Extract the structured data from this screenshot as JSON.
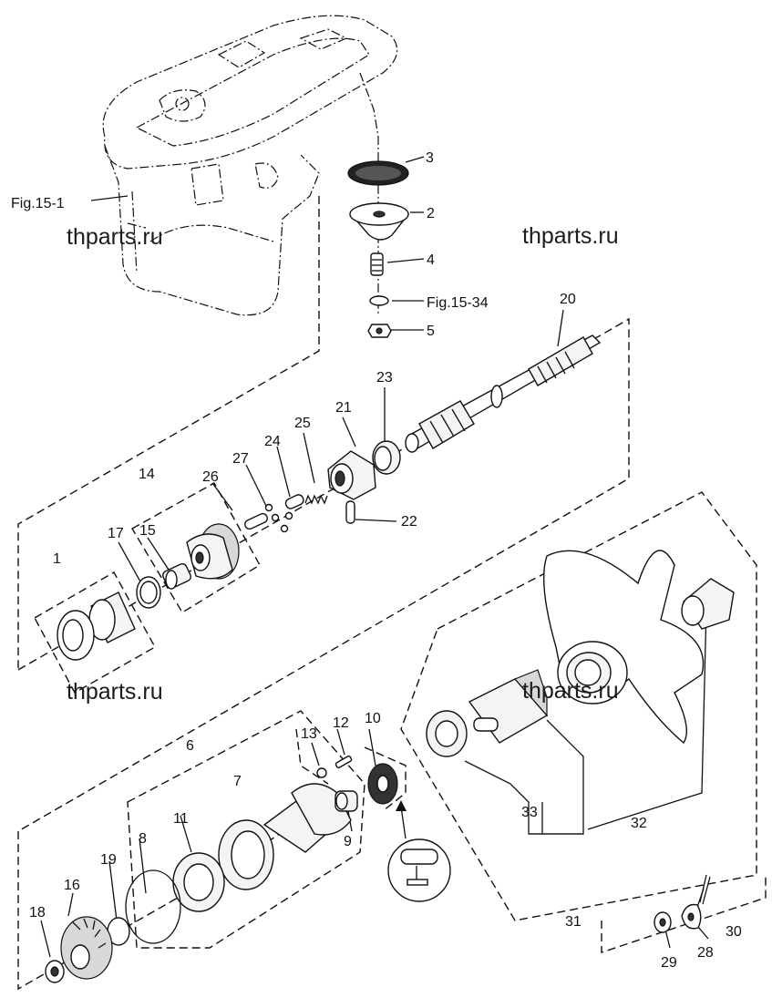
{
  "watermarks": [
    "thparts.ru",
    "thparts.ru",
    "thparts.ru",
    "thparts.ru"
  ],
  "refs": {
    "fig_15_1": "Fig.15-1",
    "fig_15_34": "Fig.15-34"
  },
  "callouts": {
    "p1": "1",
    "p2": "2",
    "p3": "3",
    "p4": "4",
    "p5": "5",
    "p6": "6",
    "p7": "7",
    "p8": "8",
    "p9": "9",
    "p10": "10",
    "p11": "11",
    "p12": "12",
    "p13": "13",
    "p14": "14",
    "p15": "15",
    "p16": "16",
    "p17": "17",
    "p18": "18",
    "p19": "19",
    "p20": "20",
    "p21": "21",
    "p22": "22",
    "p23": "23",
    "p24": "24",
    "p25": "25",
    "p26": "26",
    "p27": "27",
    "p28": "28",
    "p29": "29",
    "p30": "30",
    "p31": "31",
    "p32": "32",
    "p33": "33"
  }
}
